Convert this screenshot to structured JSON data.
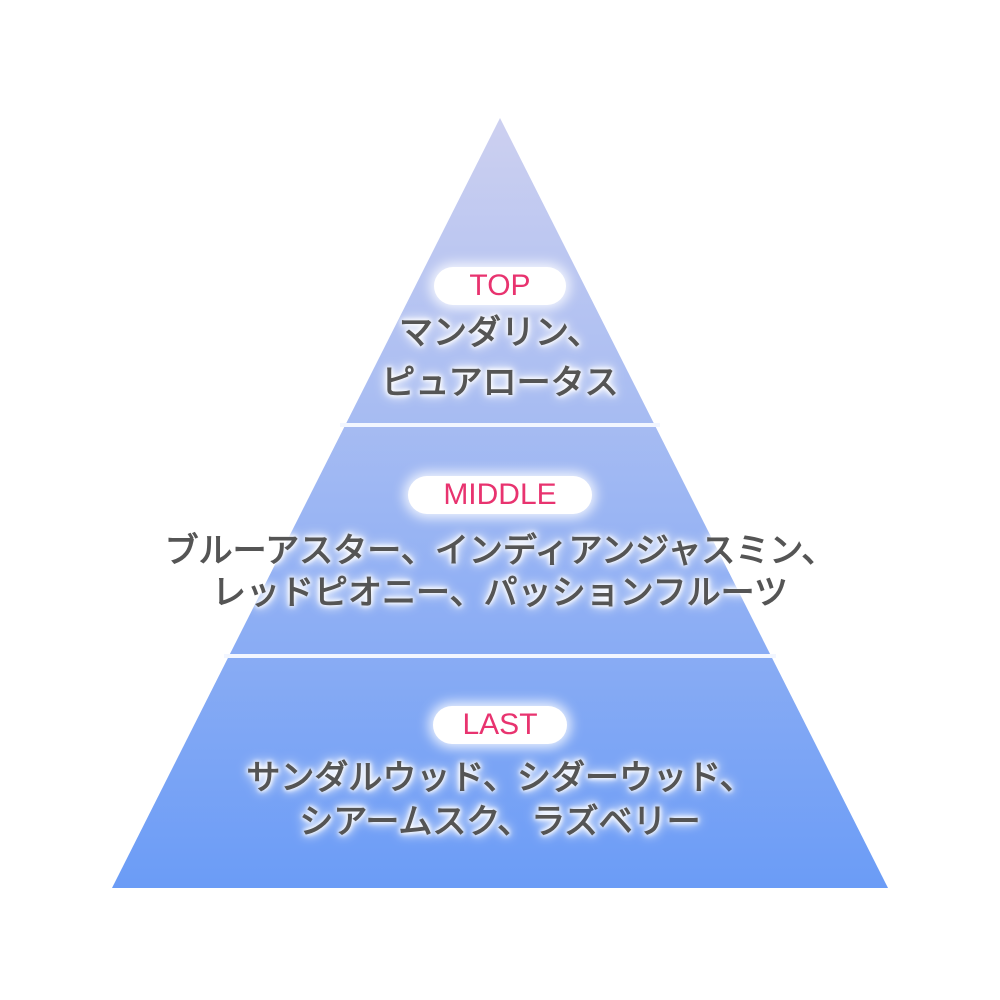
{
  "colors": {
    "top": "#cdd0f0",
    "bottom": "#6b9cf6",
    "accent": "#e8336f",
    "text": "#555555"
  },
  "tiers": [
    {
      "label": "TOP",
      "lines": [
        "マンダリン、",
        "ピュアロータス"
      ]
    },
    {
      "label": "MIDDLE",
      "lines": [
        "ブルーアスター、インディアンジャスミン、",
        "レッドピオニー、パッションフルーツ"
      ]
    },
    {
      "label": "LAST",
      "lines": [
        "サンダルウッド、シダーウッド、",
        "シアームスク、ラズベリー"
      ]
    }
  ]
}
